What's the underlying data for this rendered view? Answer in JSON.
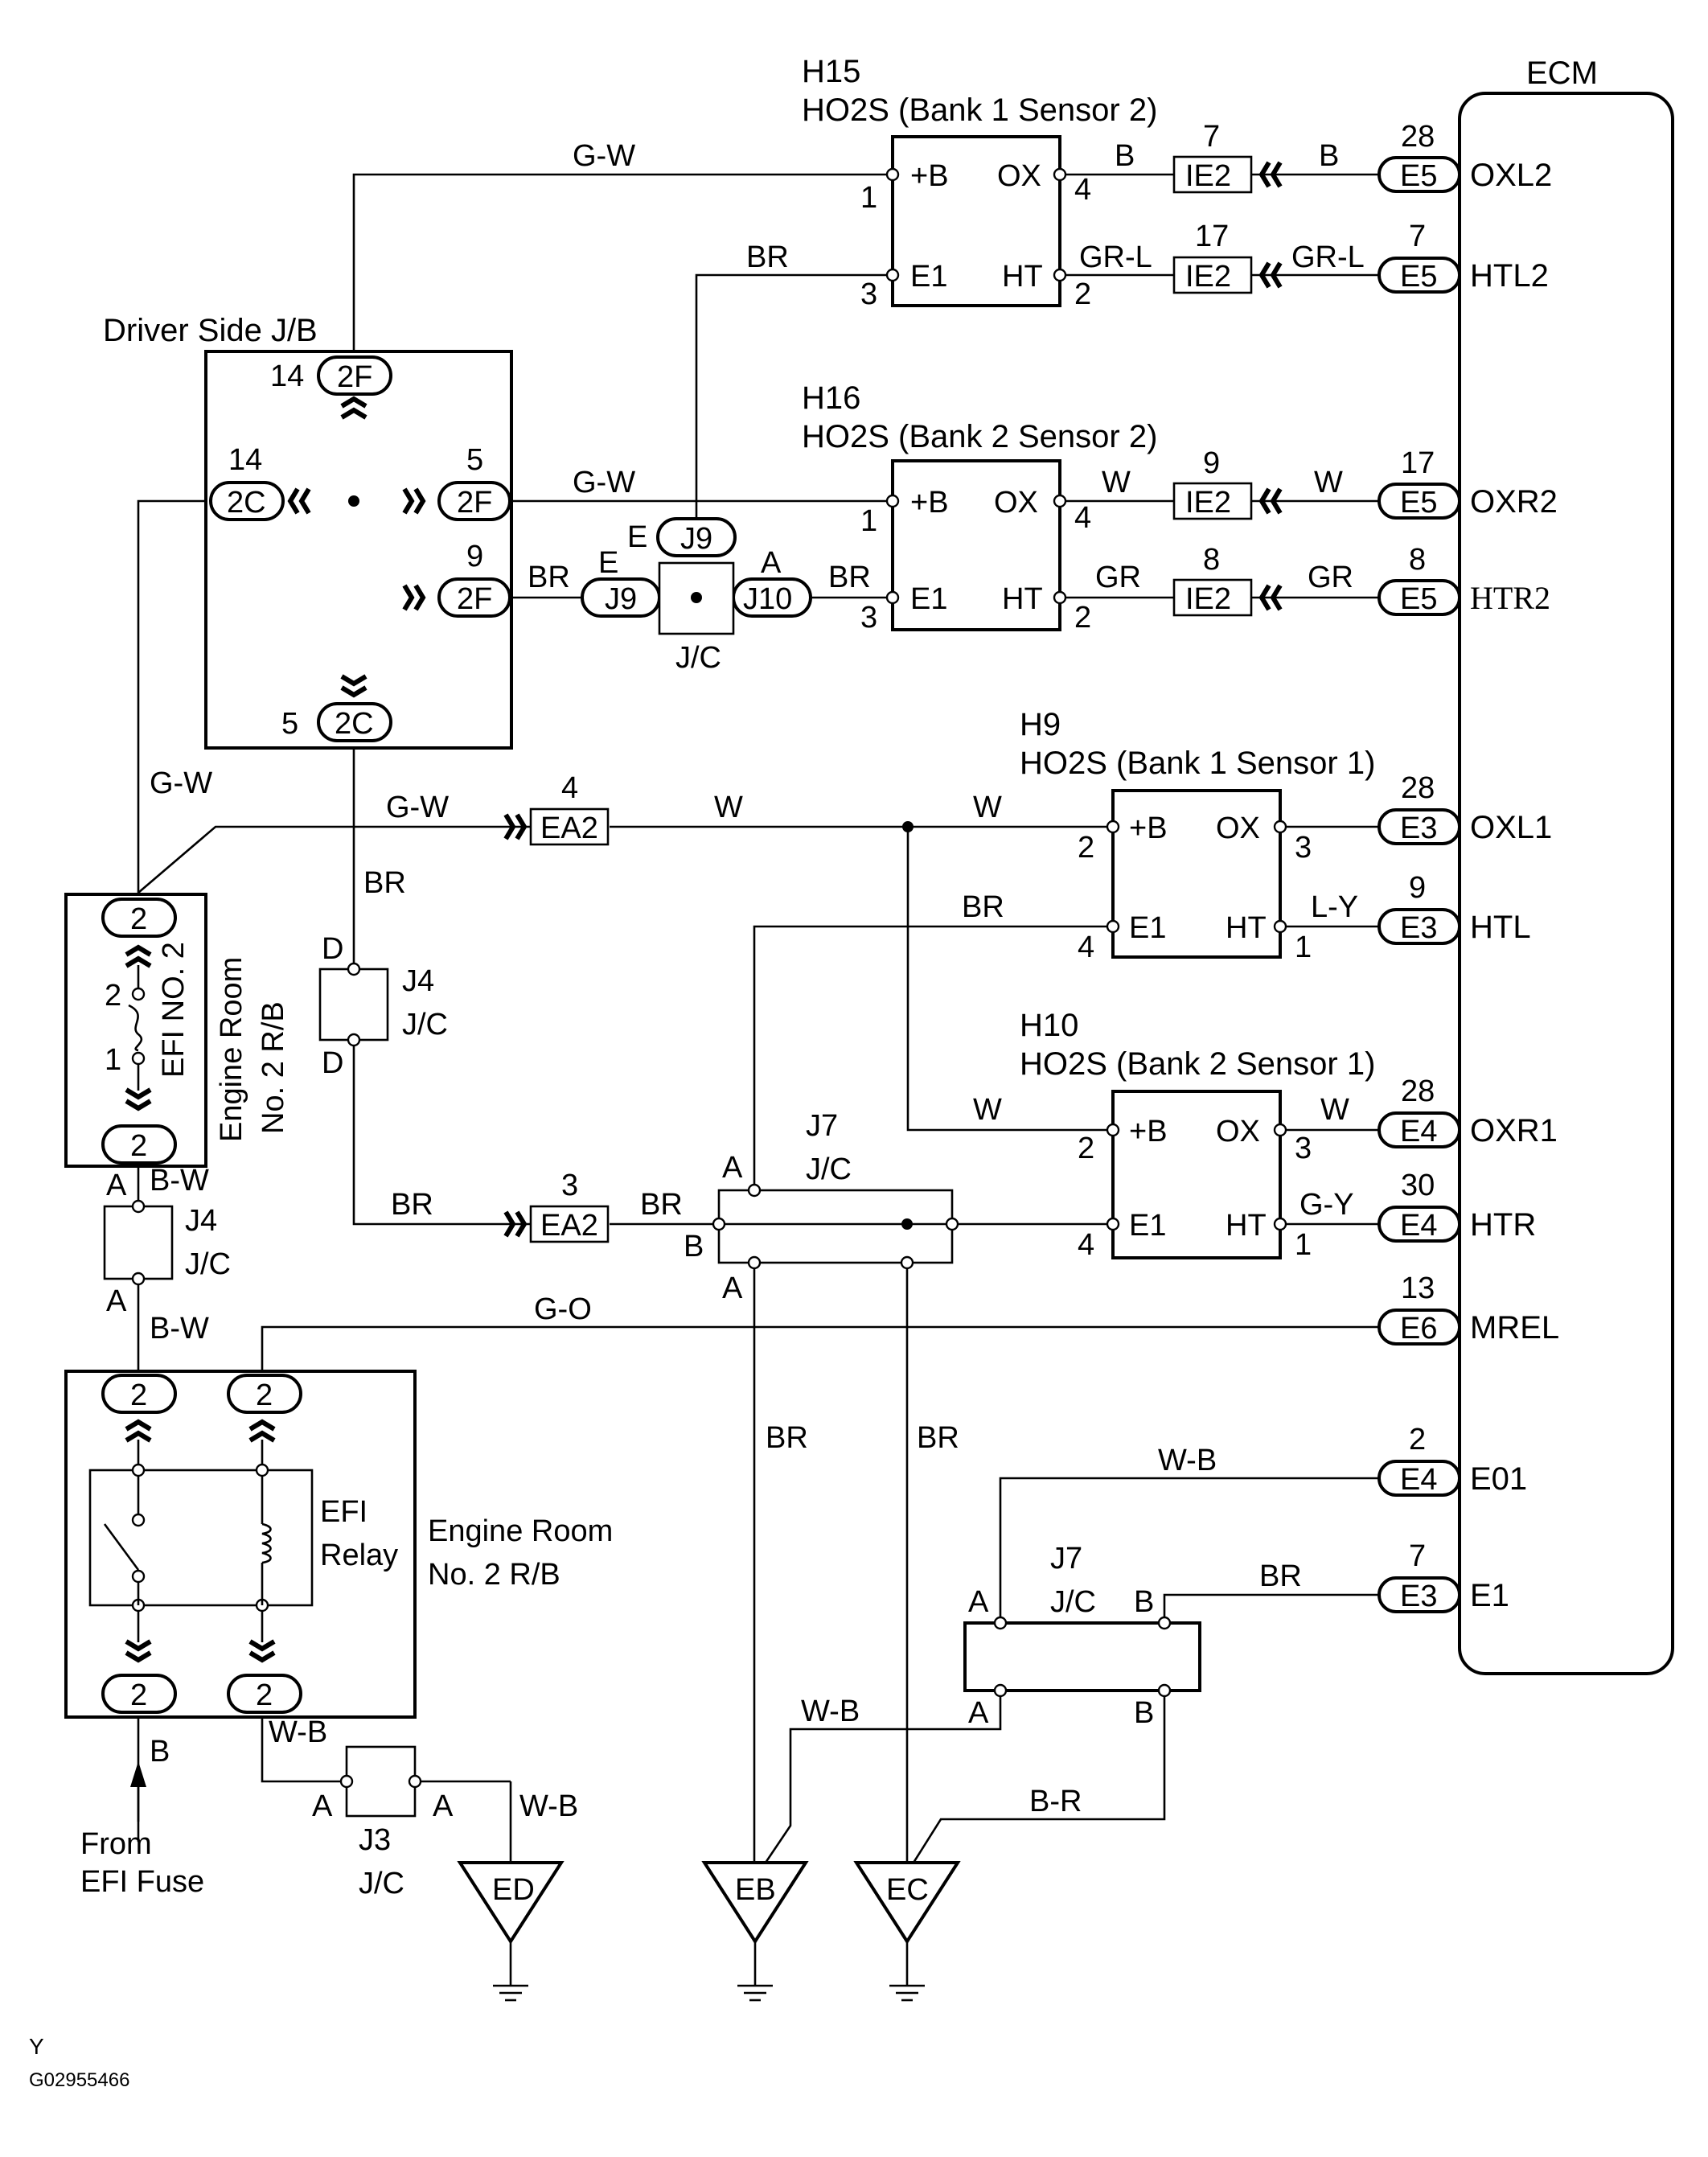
{
  "ecm": {
    "title": "ECM"
  },
  "h15": {
    "id": "H15",
    "name": "HO2S (Bank 1 Sensor 2)"
  },
  "h16": {
    "id": "H16",
    "name": "HO2S (Bank 2 Sensor 2)"
  },
  "h9": {
    "id": "H9",
    "name": "HO2S (Bank 1 Sensor 1)"
  },
  "h10": {
    "id": "H10",
    "name": "HO2S (Bank 2 Sensor 1)"
  },
  "jb": {
    "title": "Driver Side J/B"
  },
  "rb": {
    "vertical_label": "Engine Room\nNo. 2 R/B",
    "fuse": "EFI NO. 2",
    "relay": "EFI\nRelay",
    "label": "Engine Room\nNo. 2 R/B"
  },
  "source": {
    "label": "From\nEFI Fuse"
  },
  "grounds": [
    "ED",
    "EB",
    "EC"
  ],
  "footer": {
    "letter": "Y",
    "code": "G02955466"
  },
  "connectors": {
    "ie2": "IE2",
    "e5": "E5",
    "e3": "E3",
    "e4": "E4",
    "e6": "E6",
    "ea2": "EA2",
    "j9": "J9",
    "j10": "J10",
    "f2": "2F",
    "c2": "2C",
    "two": "2"
  },
  "terminals": {
    "oxl2": "OXL2",
    "htl2": "HTL2",
    "oxr2": "OXR2",
    "htr2": "HTR2",
    "oxl1": "OXL1",
    "htl": "HTL",
    "oxr1": "OXR1",
    "htr": "HTR",
    "mrel": "MREL",
    "e01": "E01",
    "e1": "E1"
  },
  "sensor_pins": {
    "pb": "+B",
    "ox": "OX",
    "e1": "E1",
    "ht": "HT"
  },
  "junctions": {
    "jc": "J/C",
    "j3": "J3",
    "j4": "J4",
    "j7": "J7"
  },
  "wires": {
    "gw": "G-W",
    "b": "B",
    "br": "BR",
    "grl": "GR-L",
    "w": "W",
    "gr": "GR",
    "ly": "L-Y",
    "gy": "G-Y",
    "go": "G-O",
    "wb": "W-B",
    "bw": "B-W",
    "brr": "B-R"
  },
  "pins": {
    "n1": "1",
    "n2": "2",
    "n3": "3",
    "n4": "4",
    "n5": "5",
    "n7": "7",
    "n8": "8",
    "n9": "9",
    "n13": "13",
    "n14": "14",
    "n17": "17",
    "n28": "28",
    "n30": "30",
    "a": "A",
    "b": "B",
    "d": "D",
    "e": "E"
  }
}
